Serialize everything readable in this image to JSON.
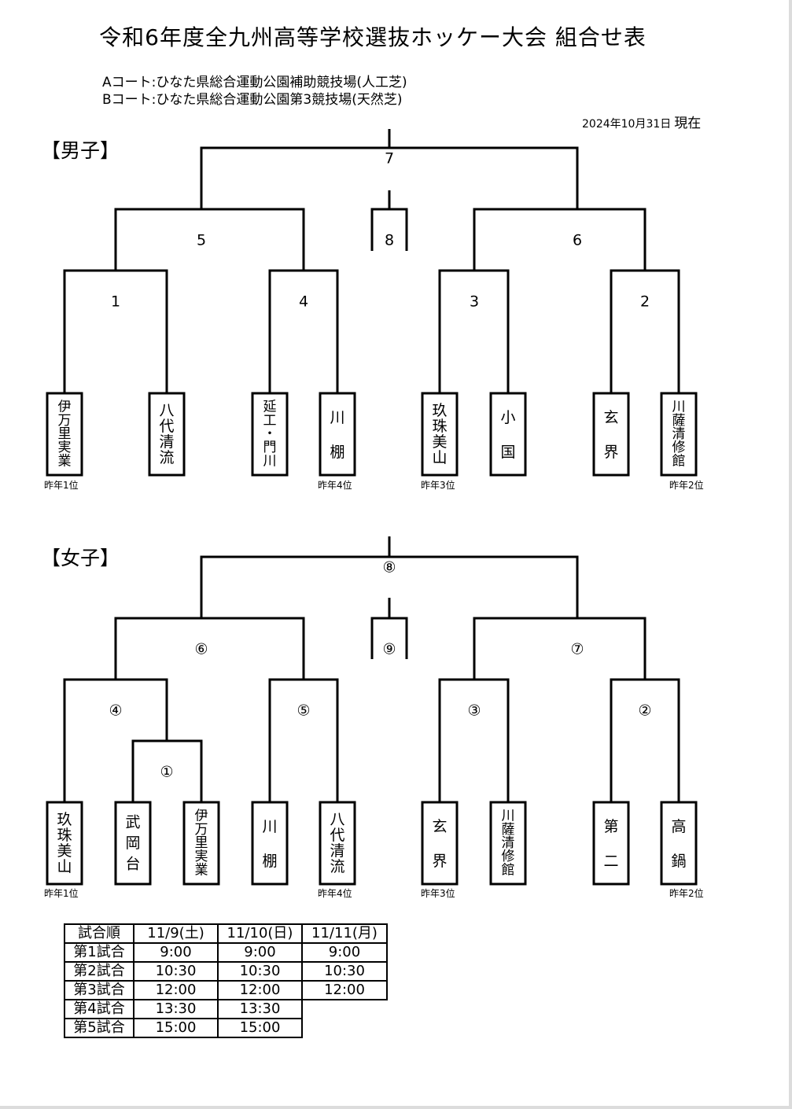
{
  "title": "令和6年度全九州高等学校選抜ホッケー大会 組合せ表",
  "courts": [
    "Aコート:ひなた県総合運動公園補助競技場(人工芝)",
    "Bコート:ひなた県総合運動公園第3競技場(天然芝)"
  ],
  "as_of": {
    "date": "2024年10月31日",
    "label": "現在"
  },
  "men": {
    "section_label": "【男子】",
    "match_numbers": {
      "final": "7",
      "third_place": "8",
      "semi_left": "5",
      "semi_right": "6",
      "m1": "1",
      "m4": "4",
      "m3": "3",
      "m2": "2"
    },
    "teams": [
      "伊万里実業",
      "八代清流",
      "延工・門川",
      "川棚",
      "玖珠美山",
      "小国",
      "玄界",
      "川薩清修館"
    ],
    "last_year": [
      {
        "team": "伊万里実業",
        "label": "昨年1位"
      },
      {
        "team": "川棚",
        "label": "昨年4位"
      },
      {
        "team": "玖珠美山",
        "label": "昨年3位"
      },
      {
        "team": "川薩清修館",
        "label": "昨年2位"
      }
    ]
  },
  "women": {
    "section_label": "【女子】",
    "match_numbers": {
      "final": "⑧",
      "third_place": "⑨",
      "semi_left": "⑥",
      "semi_right": "⑦",
      "m4": "④",
      "m1": "①",
      "m5": "⑤",
      "m3": "③",
      "m2": "②"
    },
    "teams": [
      "玖珠美山",
      "武岡台",
      "伊万里実業",
      "川棚",
      "八代清流",
      "玄界",
      "川薩清修館",
      "第二",
      "高鍋"
    ],
    "last_year": [
      {
        "team": "玖珠美山",
        "label": "昨年1位"
      },
      {
        "team": "八代清流",
        "label": "昨年4位"
      },
      {
        "team": "玄界",
        "label": "昨年3位"
      },
      {
        "team": "高鍋",
        "label": "昨年2位"
      }
    ]
  },
  "schedule": {
    "headers": [
      "試合順",
      "11/9(土)",
      "11/10(日)",
      "11/11(月)"
    ],
    "rows": [
      [
        "第1試合",
        "9:00",
        "9:00",
        "9:00"
      ],
      [
        "第2試合",
        "10:30",
        "10:30",
        "10:30"
      ],
      [
        "第3試合",
        "12:00",
        "12:00",
        "12:00"
      ],
      [
        "第4試合",
        "13:30",
        "13:30",
        ""
      ],
      [
        "第5試合",
        "15:00",
        "15:00",
        ""
      ]
    ]
  }
}
